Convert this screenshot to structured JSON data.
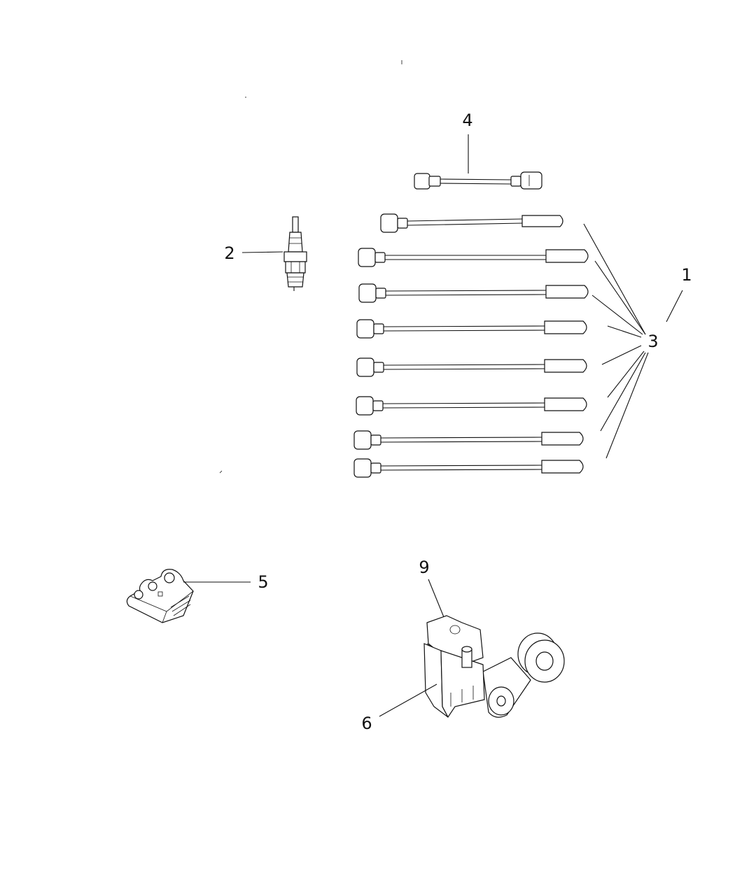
{
  "diagram": {
    "callouts": {
      "c1": "1",
      "c2": "2",
      "c3": "3",
      "c4": "4",
      "c5": "5",
      "c6": "6",
      "c9": "9"
    },
    "parts": [
      {
        "callout": "1",
        "depicts": "ignition-wire-set"
      },
      {
        "callout": "2",
        "depicts": "spark-plug"
      },
      {
        "callout": "3",
        "depicts": "spark-plug-wire"
      },
      {
        "callout": "4",
        "depicts": "coil-wire"
      },
      {
        "callout": "5",
        "depicts": "wire-separator-clip"
      },
      {
        "callout": "6",
        "depicts": "ignition-coil"
      },
      {
        "callout": "9",
        "depicts": "coil-bracket"
      }
    ]
  }
}
